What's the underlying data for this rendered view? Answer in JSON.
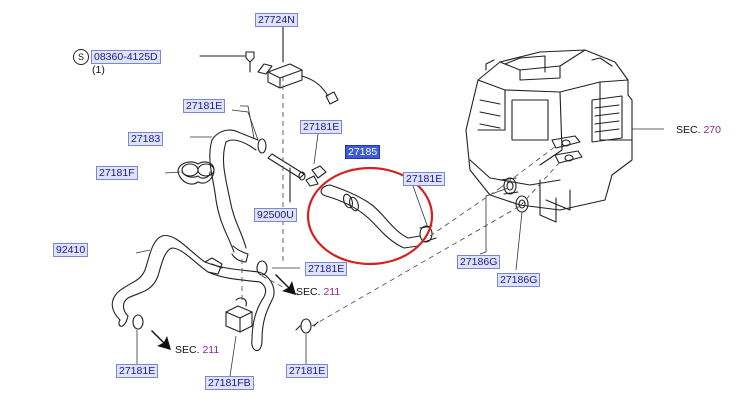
{
  "labels": {
    "p27724N": "27724N",
    "p08360": "08360-4125D",
    "qty1": "(1)",
    "screw_symbol": "S",
    "p27181E_a": "27181E",
    "p27181E_b": "27181E",
    "p27181E_c": "27181E",
    "p27181E_d": "27181E",
    "p27181E_e": "27181E",
    "p27181E_f": "27181E",
    "p27183": "27183",
    "p27185": "27185",
    "p27181F": "27181F",
    "p92500U": "92500U",
    "p92410": "92410",
    "p27186G_a": "27186G",
    "p27186G_b": "27186G",
    "p27181FB": "27181FB"
  },
  "sections": {
    "sec270_prefix": "SEC.",
    "sec270_num": "270",
    "sec211a_prefix": "SEC.",
    "sec211a_num": "211",
    "sec211b_prefix": "SEC.",
    "sec211b_num": "211"
  },
  "colors": {
    "label_bg": "#dfe3f7",
    "highlight_bg": "#3b5bdb",
    "highlight_circle": "#d42020",
    "section_number": "#8b2a8b"
  }
}
